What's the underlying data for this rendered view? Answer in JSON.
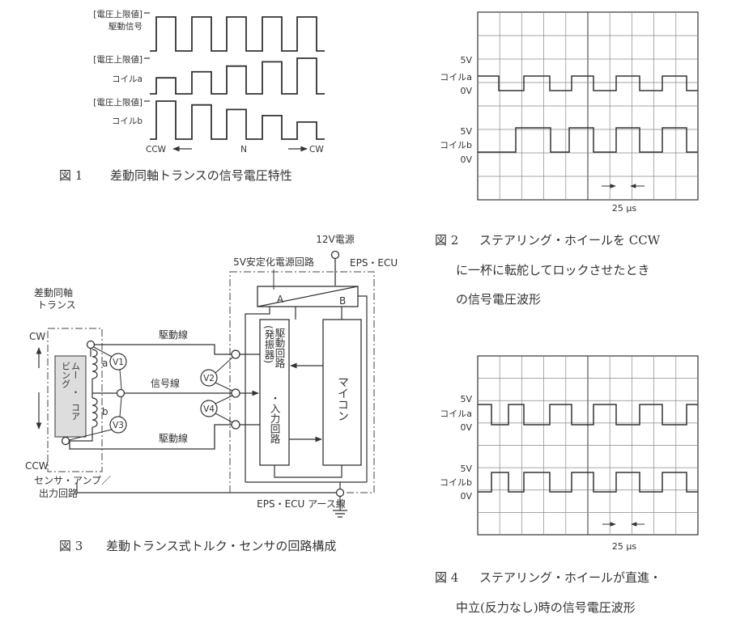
{
  "fig1": {
    "row_labels": [
      [
        "[電圧上限値]",
        "駆動信号"
      ],
      [
        "[電圧上限値]",
        "コイルa"
      ],
      [
        "[電圧上限値]",
        "コイルb"
      ]
    ],
    "drive_levels": [
      1,
      1,
      1,
      1,
      1
    ],
    "coil_a_levels": [
      0.45,
      0.62,
      0.78,
      0.9,
      1.0
    ],
    "coil_b_levels": [
      1.0,
      0.9,
      0.78,
      0.62,
      0.45
    ],
    "axis": {
      "left": "CCW",
      "mid": "N",
      "right": "CW"
    },
    "caption_num": "図 1",
    "caption": "差動同軸トランスの信号電圧特性"
  },
  "fig2": {
    "labels": [
      {
        "v": "5V",
        "name": "コイルa",
        "zero": "0V"
      },
      {
        "v": "5V",
        "name": "コイルb",
        "zero": "0V"
      }
    ],
    "scale": "25 μs",
    "caption_num": "図 2",
    "caption_lines": [
      "ステアリング・ホイールを CCW",
      "に一杯に転舵してロックさせたとき",
      "の信号電圧波形"
    ]
  },
  "fig3": {
    "labels": {
      "power": "12V電源",
      "regulator": "5V安定化電源回路",
      "ecu": "EPS・ECU",
      "block_a": "A",
      "block_b": "B",
      "trans": [
        "差動同軸",
        "トランス"
      ],
      "drive_line_1": "駆動線",
      "signal_line": "信号線",
      "drive_line_2": "駆動線",
      "cw": "CW",
      "ccw": "CCW",
      "coil_a": "a",
      "coil_b": "b",
      "moving_core": [
        "ムー",
        "ビング",
        "・",
        "コア"
      ],
      "v1": "V1",
      "v2": "V2",
      "v3": "V3",
      "v4": "V4",
      "drive_circuit": "駆動回路",
      "oscillator": "(発振器)",
      "input_circuit": "・入力回路",
      "micon": "マイコン",
      "sensor": [
        "センサ・アンプ／",
        "出力回路"
      ],
      "ground": "EPS・ECU アース線"
    },
    "caption_num": "図 3",
    "caption": "差動トランス式トルク・センサの回路構成"
  },
  "fig4": {
    "labels": [
      {
        "v": "5V",
        "name": "コイルa",
        "zero": "0V"
      },
      {
        "v": "5V",
        "name": "コイルb",
        "zero": "0V"
      }
    ],
    "scale": "25 μs",
    "caption_num": "図 4",
    "caption_lines": [
      "ステアリング・ホイールが直進・",
      "中立(反力なし)時の信号電圧波形"
    ]
  }
}
